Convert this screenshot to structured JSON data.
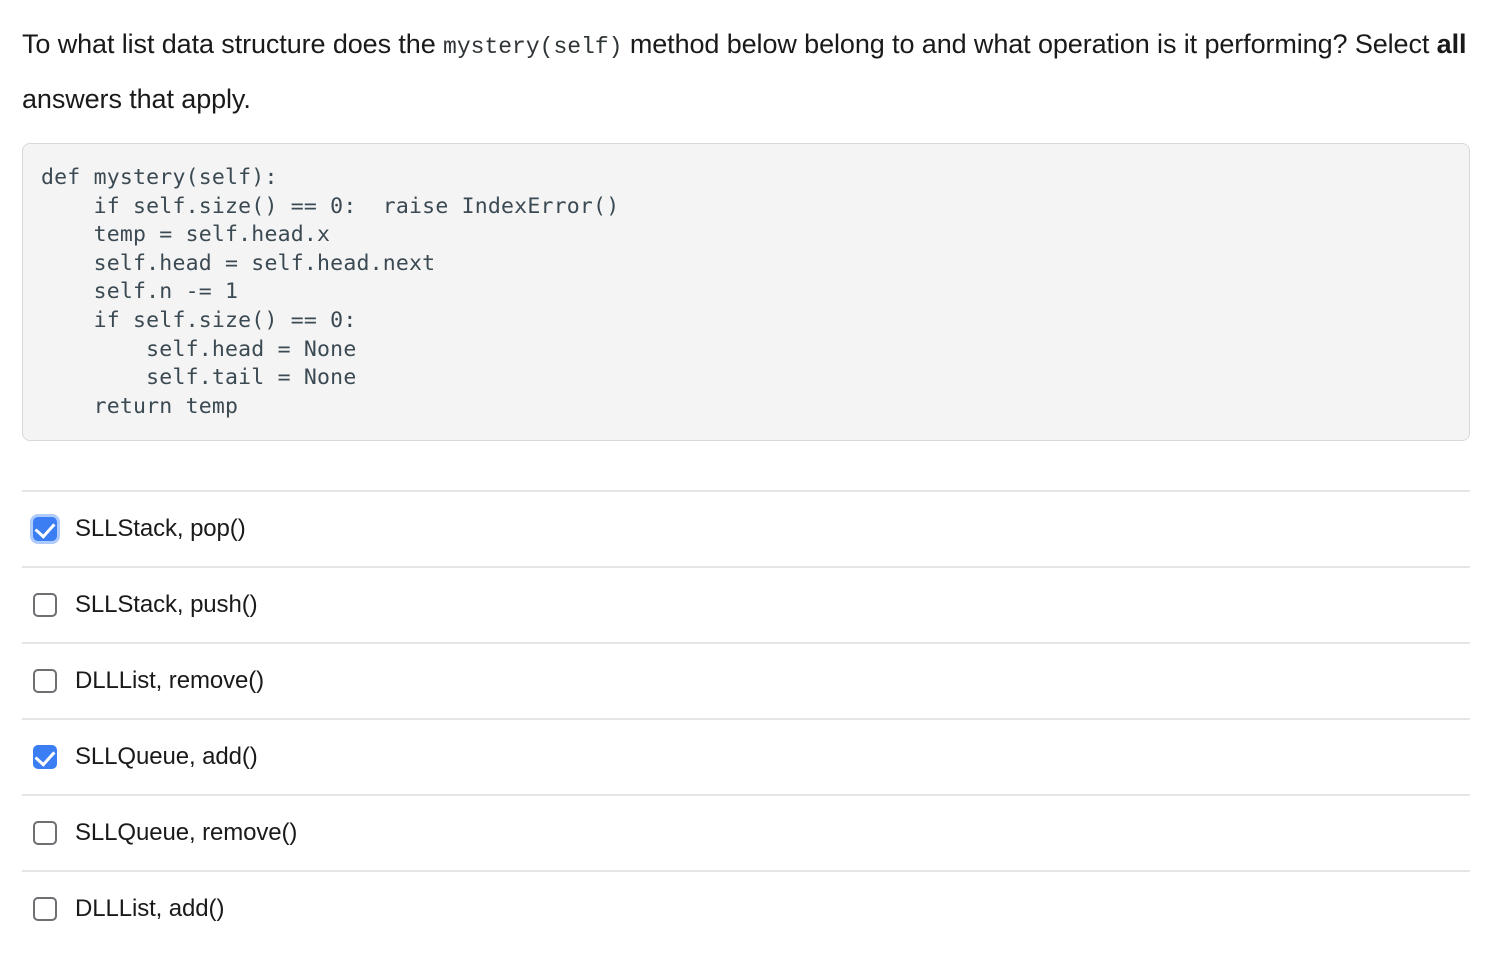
{
  "question": {
    "part1": "To what list data structure does the ",
    "code_inline": "mystery(self)",
    "part2": " method below belong to and what operation is it performing?  Select ",
    "emphasis": "all",
    "part3": " answers that apply."
  },
  "code": {
    "language": "python",
    "text": "def mystery(self):\n    if self.size() == 0:  raise IndexError()\n    temp = self.head.x\n    self.head = self.head.next\n    self.n -= 1\n    if self.size() == 0:\n        self.head = None\n        self.tail = None\n    return temp"
  },
  "options": [
    {
      "label": "SLLStack, pop()",
      "checked": true,
      "focused": true
    },
    {
      "label": "SLLStack, push()",
      "checked": false,
      "focused": false
    },
    {
      "label": "DLLList, remove()",
      "checked": false,
      "focused": false
    },
    {
      "label": "SLLQueue, add()",
      "checked": true,
      "focused": false
    },
    {
      "label": "SLLQueue, remove()",
      "checked": false,
      "focused": false
    },
    {
      "label": "DLLList, add()",
      "checked": false,
      "focused": false
    }
  ],
  "colors": {
    "accent_blue": "#3b7df2",
    "code_background": "#f4f4f5",
    "code_border": "#d6d9dc",
    "code_text": "#3b4a52",
    "separator": "#e4e5e7",
    "checkbox_border": "#6d6f72",
    "text": "#1a1a1a"
  }
}
